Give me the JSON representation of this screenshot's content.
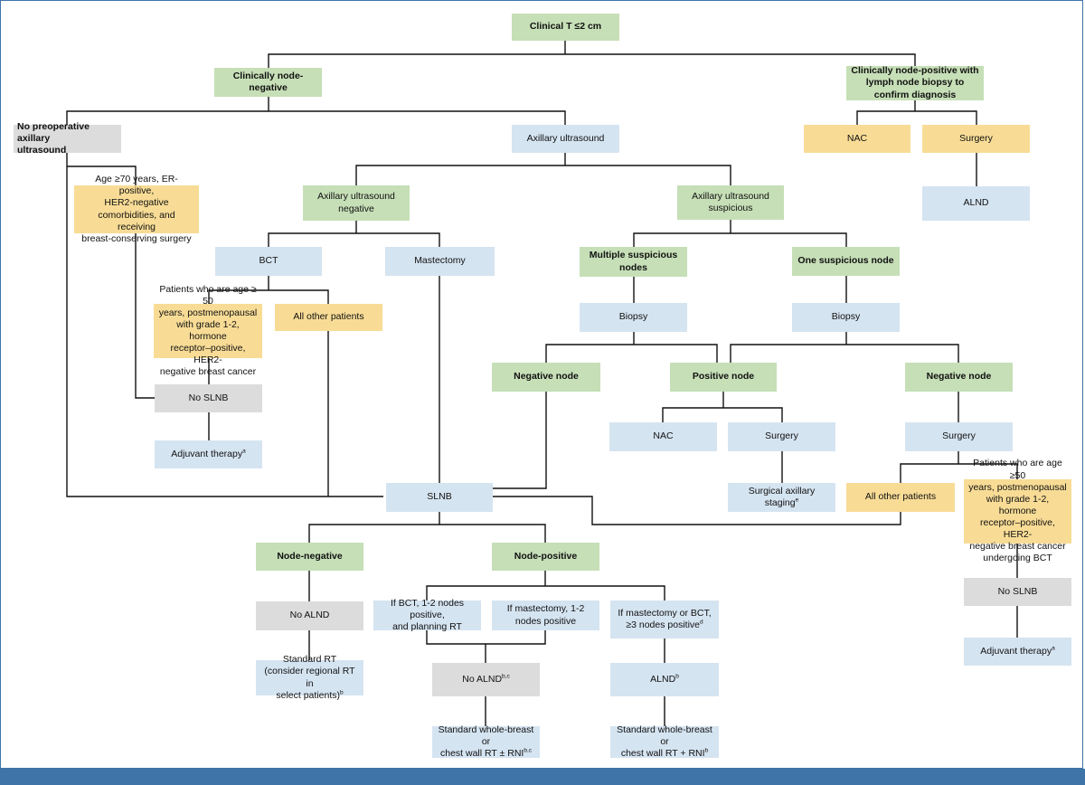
{
  "colors": {
    "green": "#c6dfb7",
    "blue": "#d5e4f1",
    "yellow": "#f8dc96",
    "grey": "#dcdcdc",
    "line": "#111111",
    "frame": "#3f74a8"
  },
  "nodes": {
    "clinical_t": "Clinical T ≤2 cm",
    "node_negative": "Clinically node-negative",
    "node_positive_biopsy": "Clinically node-positive with\nlymph node biopsy to\nconfirm diagnosis",
    "no_preop_us": "No preoperative axillary\nultrasound",
    "axillary_us": "Axillary ultrasound",
    "nac_top": "NAC",
    "surgery_top": "Surgery",
    "alnd_top": "ALND",
    "age70": "Age ≥70 years, ER-positive,\nHER2-negative\ncomorbidities, and receiving\nbreast-conserving surgery",
    "us_negative": "Axillary ultrasound\nnegative",
    "us_suspicious": "Axillary ultrasound\nsuspicious",
    "bct": "BCT",
    "mastectomy": "Mastectomy",
    "multiple_nodes": "Multiple suspicious\nnodes",
    "one_node": "One suspicious node",
    "patients50_left": "Patients who are age ≥ 50\nyears, postmenopausal\nwith grade 1-2, hormone\nreceptor–positive, HER2-\nnegative breast cancer",
    "all_other_left": "All other patients",
    "biopsy_left": "Biopsy",
    "biopsy_right": "Biopsy",
    "negative_node_left": "Negative node",
    "positive_node": "Positive node",
    "negative_node_right": "Negative node",
    "no_slnb_left": "No SLNB",
    "nac_mid": "NAC",
    "surgery_mid": "Surgery",
    "surgery_right": "Surgery",
    "adjuvant_left": "Adjuvant therapy",
    "adjuvant_left_sup": "a",
    "surgical_axillary": "Surgical axillary\nstaging",
    "surgical_axillary_sup": "e",
    "slnb": "SLNB",
    "all_other_right": "All other patients",
    "patients50_right": "Patients who are age ≥50\nyears, postmenopausal\nwith grade 1-2, hormone\nreceptor–positive, HER2-\nnegative breast cancer\nundergoing BCT",
    "node_negative_slnb": "Node-negative",
    "node_positive_slnb": "Node-positive",
    "no_alnd_left": "No ALND",
    "if_bct": "If BCT, 1-2 nodes positive,\nand planning RT",
    "if_mastectomy": "If mastectomy, 1-2\nnodes positive",
    "if_mast_or_bct": "If mastectomy or BCT,\n≥3 nodes positive",
    "if_mast_or_bct_sup": "d",
    "no_slnb_right": "No SLNB",
    "standard_rt": "Standard RT\n(consider regional RT in\nselect patients)",
    "standard_rt_sup": "b",
    "no_alnd_mid": "No ALND",
    "no_alnd_mid_sup": "b,c",
    "alnd_mid": "ALND",
    "alnd_mid_sup": "b",
    "adjuvant_right": "Adjuvant therapy",
    "adjuvant_right_sup": "a",
    "wb_rt_pm": "Standard whole-breast or\nchest wall RT ±  RNI",
    "wb_rt_pm_sup": "b,c",
    "wb_rt_plus": "Standard whole-breast or\nchest wall RT + RNI",
    "wb_rt_plus_sup": "b"
  }
}
